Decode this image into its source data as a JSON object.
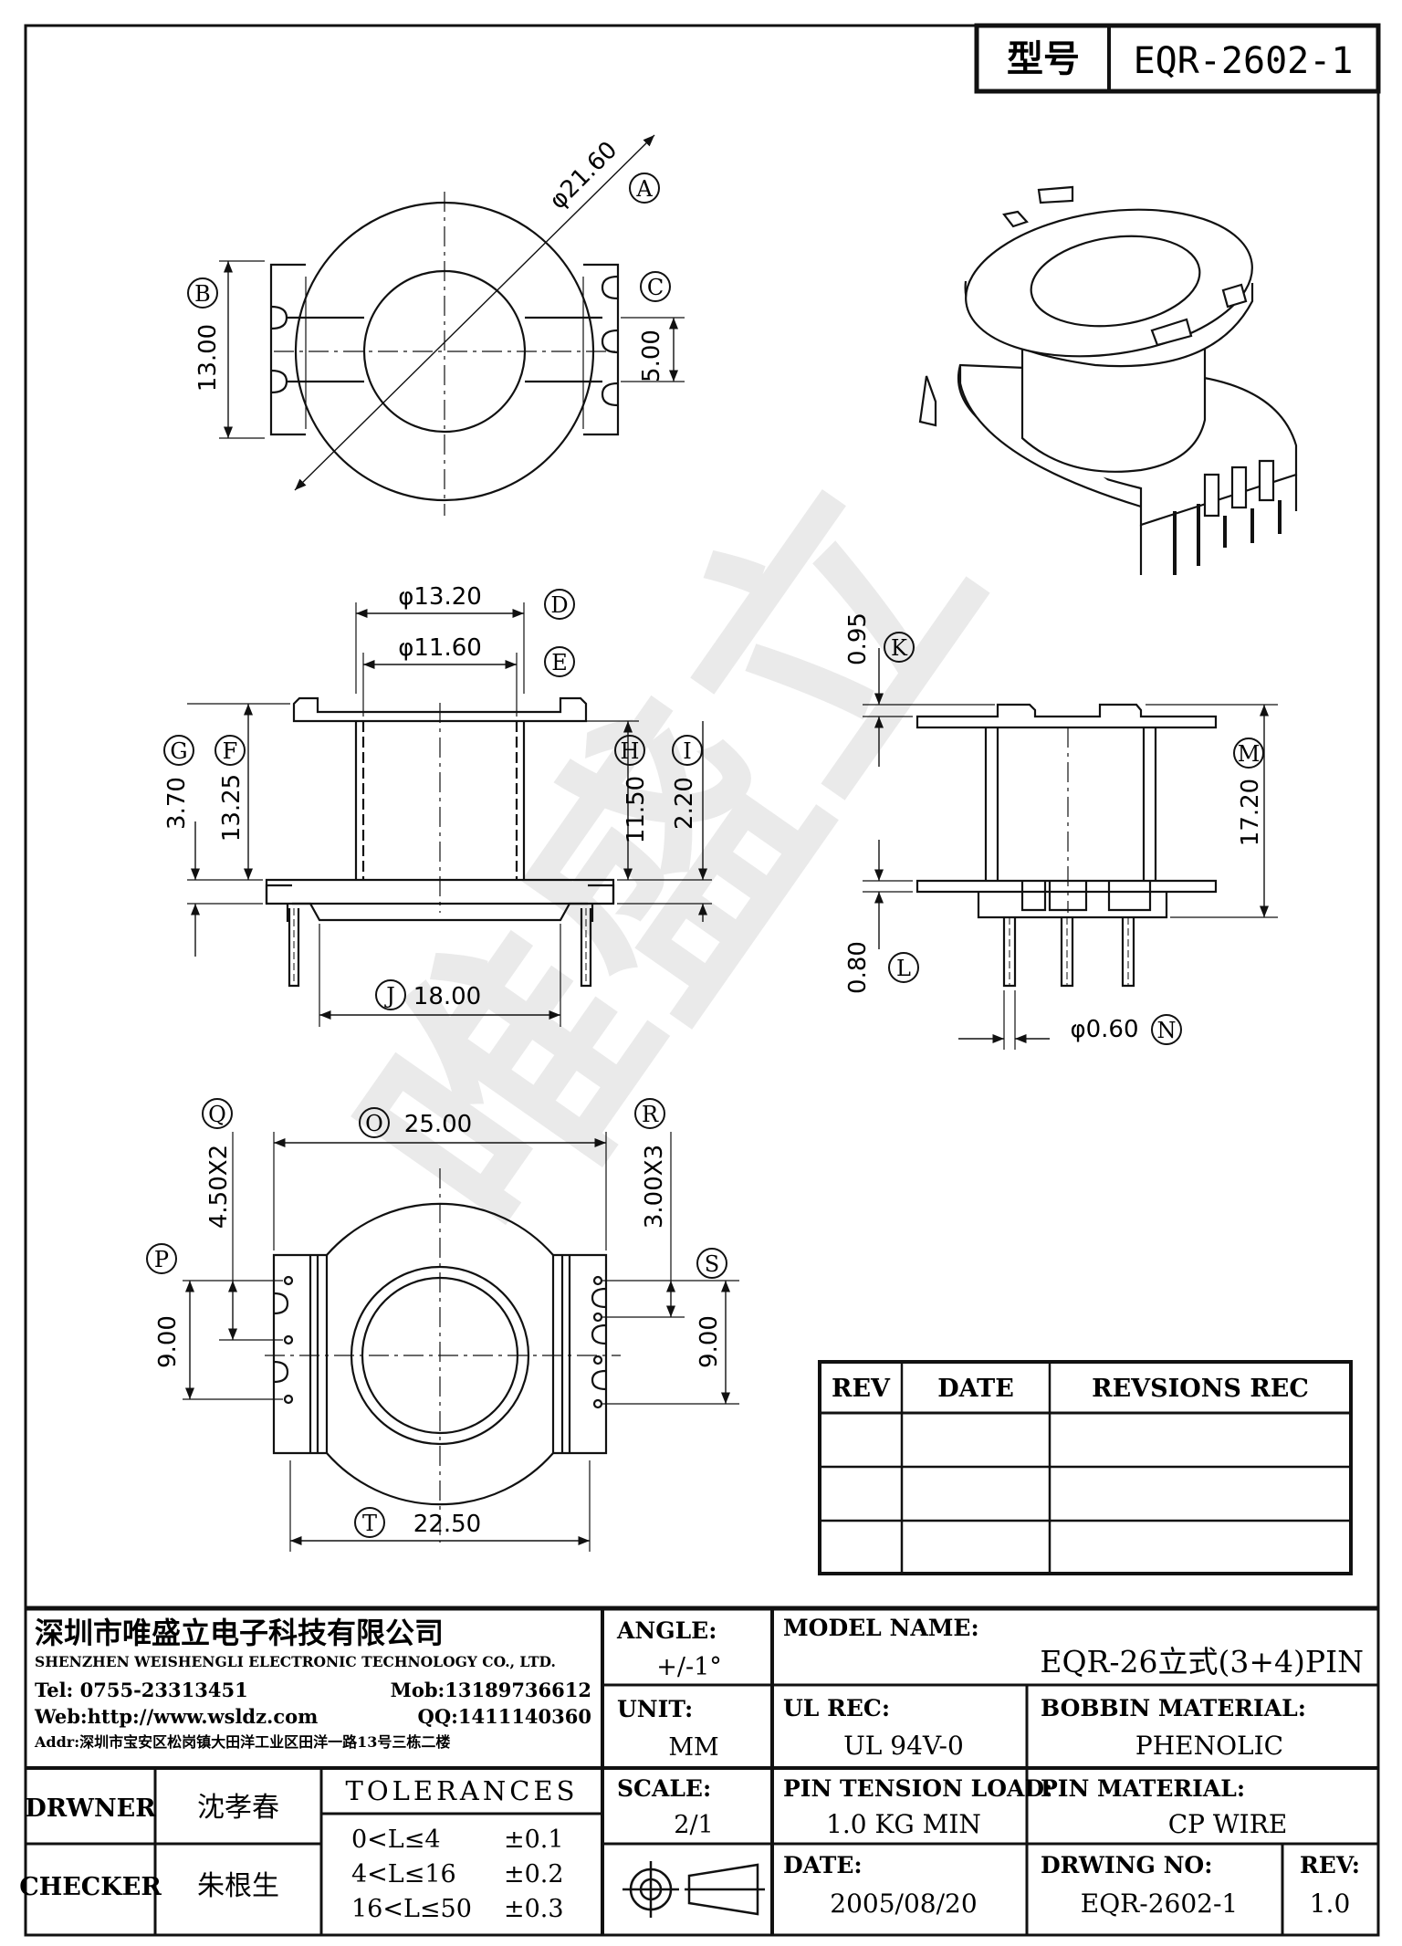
{
  "title_block_top": {
    "label": "型号",
    "value": "EQR-2602-1"
  },
  "watermark": "唯盛立",
  "dimensions": {
    "A": "A",
    "A_value": "φ21.60",
    "B": "B",
    "B_value": "13.00",
    "C": "C",
    "C_value": "5.00",
    "D": "D",
    "D_value": "φ13.20",
    "E": "E",
    "E_value": "φ11.60",
    "F": "F",
    "F_value": "13.25",
    "G": "G",
    "G_value": "3.70",
    "H": "H",
    "H_value": "11.50",
    "I": "I",
    "I_value": "2.20",
    "J": "J",
    "J_value": "18.00",
    "K": "K",
    "K_value": "0.95",
    "L": "L",
    "L_value": "0.80",
    "M": "M",
    "M_value": "17.20",
    "N": "N",
    "N_value": "φ0.60",
    "O": "O",
    "O_value": "25.00",
    "P": "P",
    "P_value": "9.00",
    "Q": "Q",
    "Q_value": "4.50X2",
    "R": "R",
    "R_value": "3.00X3",
    "S": "S",
    "S_value": "9.00",
    "T": "T",
    "T_value": "22.50"
  },
  "revisions": {
    "headers": [
      "REV",
      "DATE",
      "REVSIONS REC"
    ],
    "rows": [
      [
        "",
        "",
        ""
      ],
      [
        "",
        "",
        ""
      ],
      [
        "",
        "",
        ""
      ]
    ]
  },
  "company": {
    "name_cn": "深圳市唯盛立电子科技有限公司",
    "name_en": "SHENZHEN WEISHENGLI ELECTRONIC TECHNOLOGY CO., LTD.",
    "tel": "Tel: 0755-23313451",
    "mob": "Mob:13189736612",
    "web": "Web:http://www.wsldz.com",
    "qq": "QQ:1411140360",
    "addr": "Addr:深圳市宝安区松岗镇大田洋工业区田洋一路13号三栋二楼"
  },
  "fields": {
    "angle_label": "ANGLE:",
    "angle_value": "+/-1°",
    "unit_label": "UNIT:",
    "unit_value": "MM",
    "scale_label": "SCALE:",
    "scale_value": "2/1",
    "model_label": "MODEL NAME:",
    "model_value": "EQR-26立式(3+4)PIN",
    "ul_label": "UL REC:",
    "ul_value": "UL 94V-0",
    "bobbin_label": "BOBBIN MATERIAL:",
    "bobbin_value": "PHENOLIC",
    "tension_label": "PIN TENSION LOAD:",
    "tension_value": "1.0 KG MIN",
    "pin_mat_label": "PIN MATERIAL:",
    "pin_mat_value": "CP WIRE",
    "date_label": "DATE:",
    "date_value": "2005/08/20",
    "dwg_label": "DRWING NO:",
    "dwg_value": "EQR-2602-1",
    "rev_label": "REV:",
    "rev_value": "1.0",
    "drawer_label": "DRWNER",
    "drawer_value": "沈孝春",
    "checker_label": "CHECKER",
    "checker_value": "朱根生",
    "tolerances_title": "TOLERANCES",
    "tol_rows": [
      {
        "range": "0<L≤4",
        "tol": "±0.1"
      },
      {
        "range": "4<L≤16",
        "tol": "±0.2"
      },
      {
        "range": "16<L≤50",
        "tol": "±0.3"
      }
    ]
  }
}
